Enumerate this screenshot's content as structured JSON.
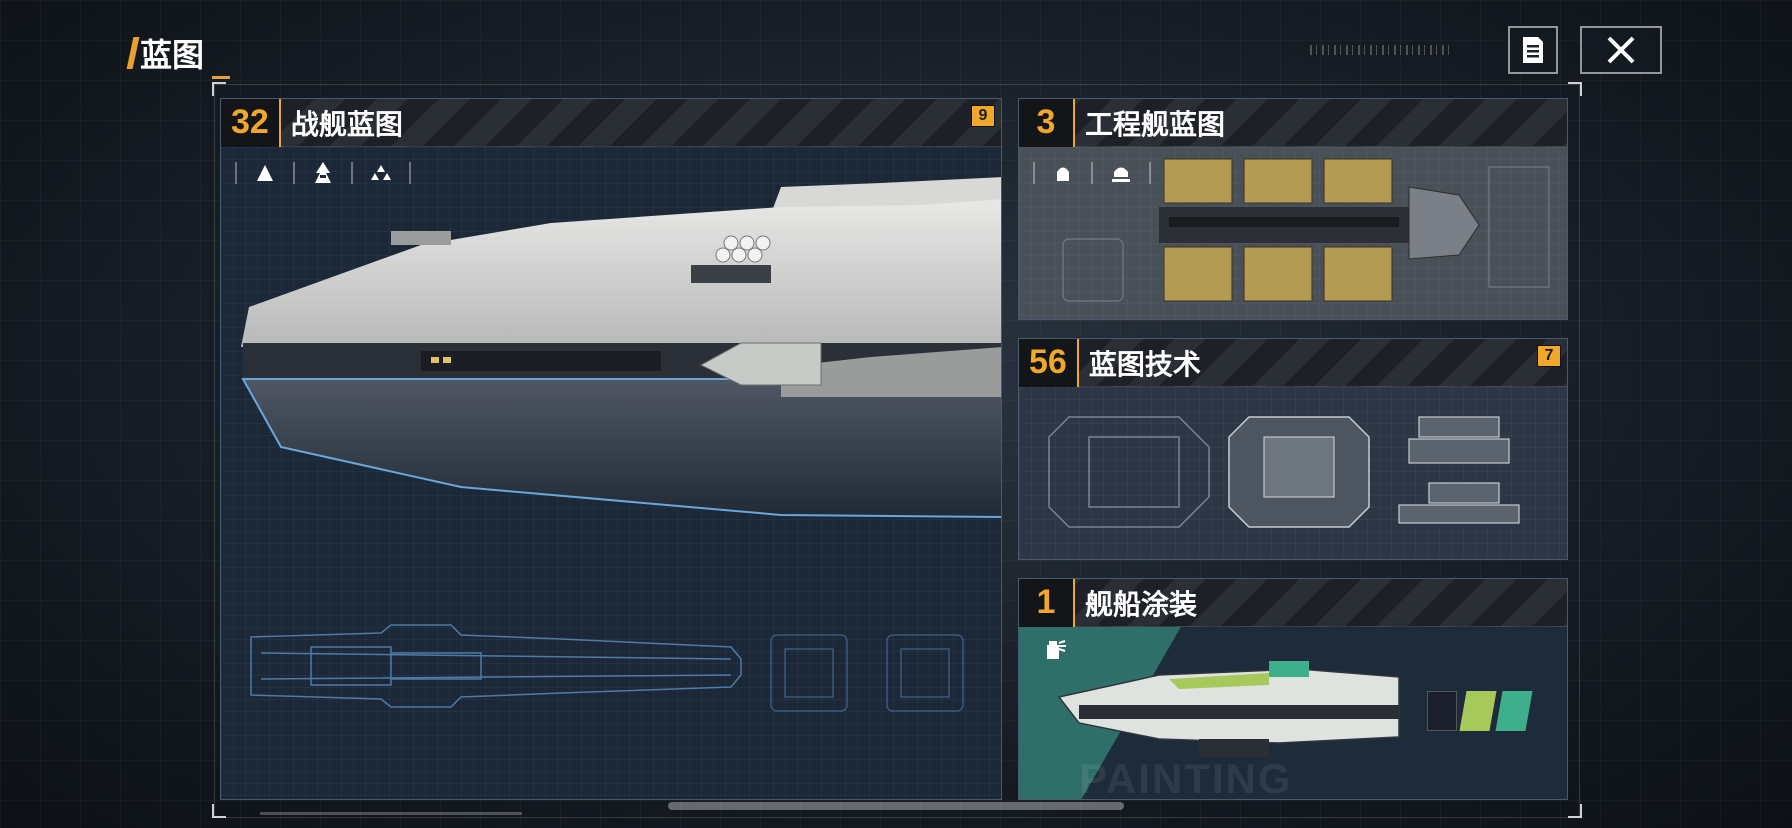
{
  "header": {
    "title": "蓝图"
  },
  "toolbar": {
    "doc_icon": "document-icon",
    "close_icon": "close-icon"
  },
  "panels": {
    "warship": {
      "count": "32",
      "title": "战舰蓝图",
      "badge": "9",
      "filters": [
        "frigate-filter-icon",
        "destroyer-filter-icon",
        "fleet-filter-icon"
      ]
    },
    "engineering": {
      "count": "3",
      "title": "工程舰蓝图",
      "filters": [
        "engineering-type-1-icon",
        "engineering-type-2-icon",
        "engineering-type-3-icon"
      ]
    },
    "tech": {
      "count": "56",
      "title": "蓝图技术",
      "badge": "7"
    },
    "paint": {
      "count": "1",
      "title": "舰船涂装",
      "watermark": "PAINTING",
      "swatches": [
        "#1c1f2e",
        "#a7c85a",
        "#3fae8a"
      ]
    }
  },
  "colors": {
    "accent": "#f0a72a"
  }
}
